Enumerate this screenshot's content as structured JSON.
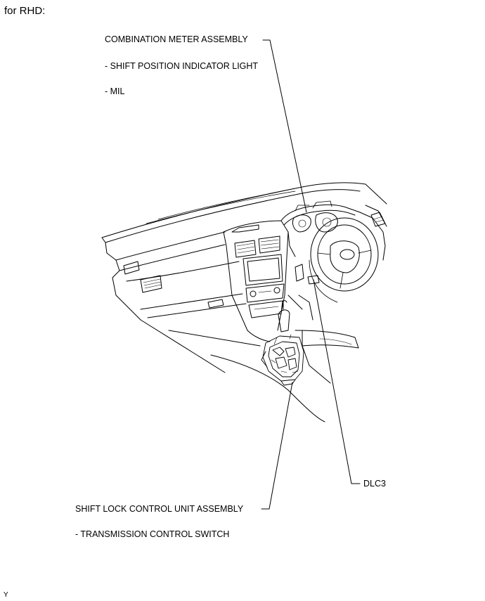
{
  "heading": "for RHD:",
  "labels": {
    "combination_meter": "COMBINATION METER ASSEMBLY",
    "shift_indicator": "- SHIFT POSITION INDICATOR LIGHT",
    "mil": "- MIL",
    "dlc3": "DLC3",
    "shift_lock": "SHIFT LOCK CONTROL UNIT ASSEMBLY",
    "trans_switch": "- TRANSMISSION CONTROL SWITCH"
  },
  "figure_code": "Y"
}
